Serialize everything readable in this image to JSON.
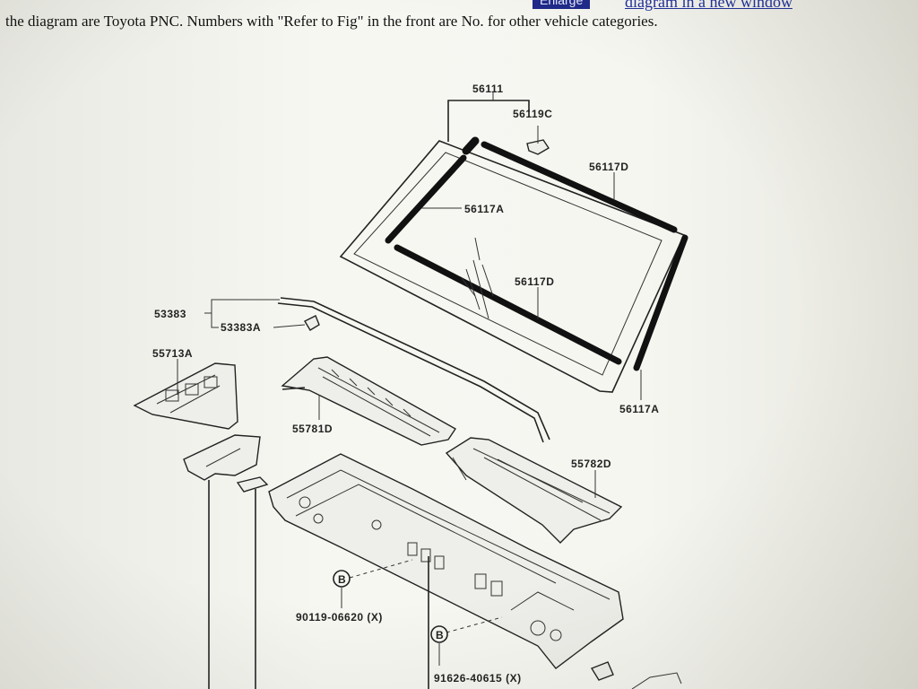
{
  "header": {
    "enlarge_label": "Enlarge",
    "new_window_link": "diagram in a new window",
    "intro_text": "the diagram are Toyota PNC. Numbers with \"Refer to Fig\" in the front are No. for other vehicle categories."
  },
  "diagram": {
    "labels": {
      "windshield_glass": "56111",
      "retainer_c": "56119C",
      "molding_d_top": "56117D",
      "molding_a_left": "56117A",
      "molding_d_lower": "56117D",
      "molding_a_right": "56117A",
      "hood_seal": "53383",
      "hood_seal_clip": "53383A",
      "cowl_side": "55713A",
      "louver_left": "55781D",
      "louver_right": "55782D",
      "bolt_b1": "90119-06620 (X)",
      "bolt_b2": "91626-40615 (X)",
      "callout_b": "B"
    }
  }
}
